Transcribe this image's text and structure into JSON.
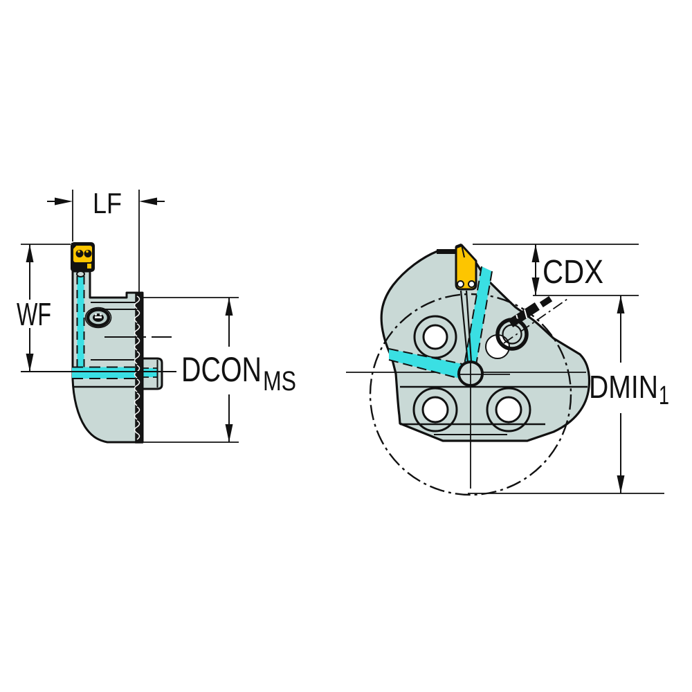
{
  "page": {
    "background": "#ffffff"
  },
  "colors": {
    "body": "#c9d9d6",
    "screw_face": "#b9cdca",
    "coolant": "#3adfe3",
    "insert_yellow": "#fdc500",
    "outline": "#111111",
    "hole_white": "#ffffff"
  },
  "views": {
    "side_view": {
      "dimensions": {
        "lf": {
          "label": "LF"
        },
        "wf": {
          "label": "WF"
        },
        "dcon": {
          "label": "DCON",
          "subscript": "MS"
        }
      }
    },
    "front_view": {
      "dimensions": {
        "cdx": {
          "label": "CDX"
        },
        "dmin": {
          "label": "DMIN",
          "subscript": "1"
        }
      }
    }
  }
}
